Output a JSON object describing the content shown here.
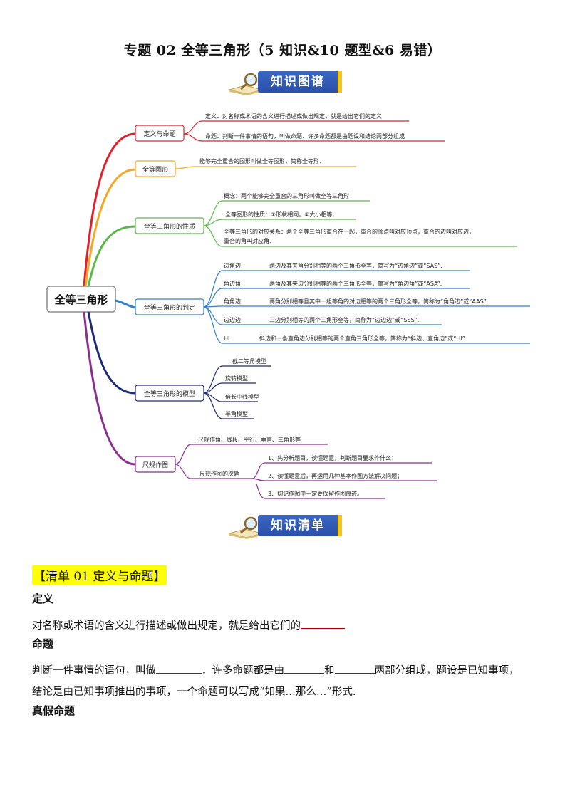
{
  "title": "专题 02  全等三角形（5 知识&10 题型&6 易错）",
  "banner1": "知识图谱",
  "banner2": "知识清单",
  "mindmap": {
    "root": "全等三角形",
    "branch1": {
      "label": "定义与命题",
      "def": "定义：对名称或术语的含义进行描述或做出规定，就是给出它们的定义",
      "prop": "命题：判断一件事情的语句，叫做命题．许多命题都是由题设和结论两部分组成"
    },
    "branch2": {
      "label": "全等图形",
      "text": "能够完全重合的图形叫做全等图形，简称全等形．"
    },
    "branch3": {
      "label": "全等三角形的性质",
      "concept": "概念：两个能够完全重合的三角形叫做全等三角形",
      "nature": "全等图形的性质：①形状相同，②大小相等．",
      "corr1": "全等三角形的对应关系：两个全等三角形重合在一起，重合的顶点叫对应顶点，重合的边叫对应边，",
      "corr2": "重合的角叫对应角．"
    },
    "branch4": {
      "label": "全等三角形的判定",
      "r1_name": "边角边",
      "r1_text": "两边及其夹角分别相等的两个三角形全等，简写为“边角边”或“SAS”.",
      "r2_name": "角边角",
      "r2_text": "两角及其夹边分别相等的两个三角形全等，简写为“角边角”或“ASA”.",
      "r3_name": "角角边",
      "r3_text": "两角分别相等且其中一组等角的对边相等的两个三角形全等，简称为“角角边”或“AAS”.",
      "r4_name": "边边边",
      "r4_text": "三边分别相等的两个三角形全等，简称为“边边边”或“SSS”.",
      "r5_name": "HL",
      "r5_text": "斜边和一条直角边分别相等的两个直角三角形全等，简称为“斜边、直角边”或“HL”."
    },
    "branch5": {
      "label": "全等三角形的模型",
      "m1": "截二等角模型",
      "m2": "旋转模型",
      "m3": "倍长中线模型",
      "m4": "半角模型"
    },
    "branch6": {
      "label": "尺规作图",
      "basic": "尺规作角、线段、平行、垂直、三角形等",
      "steps_label": "尺规作图的次题",
      "s1": "1、先分析题目，读懂题意，判断题目要求作什么；",
      "s2": "2、读懂题意后，再运用几种基本作图方法解决问题；",
      "s3": "3、切记作图中一定要保留作图痕迹。"
    }
  },
  "section1_title": "【清单 01  定义与命题】",
  "def_heading": "定义",
  "def_text": "对名称或术语的含义进行描述或做出规定，就是给出它们的",
  "prop_heading": "命题",
  "prop_a": "判断一件事情的语句，叫做",
  "prop_b": "．许多命题都是由",
  "prop_c": "和",
  "prop_d": "两部分组成，题设是已知事项，",
  "prop_line2": "结论是由已知事项推出的事项，一个命题可以写成“如果…那么…”形式.",
  "truth_heading": "真假命题",
  "colors": {
    "red": "#e0202a",
    "orange": "#f5a623",
    "green": "#5cb848",
    "blue": "#2f7fd0",
    "navy": "#1e2a78",
    "purple": "#8b2f8f",
    "banner": "#2f58b5",
    "highlight": "#ffff00"
  }
}
